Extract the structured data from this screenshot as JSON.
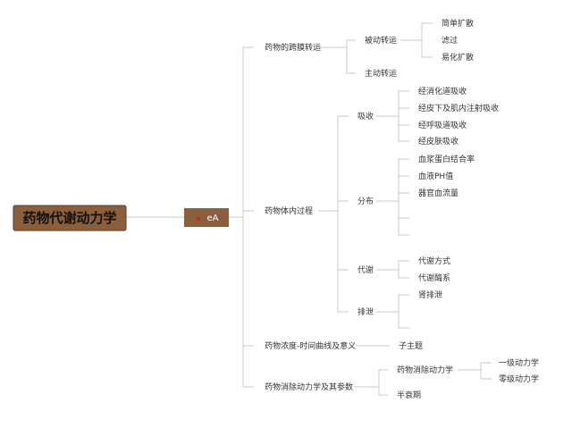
{
  "root": {
    "label": "药物代谢动力学",
    "fill": "#8b5e3c",
    "border": "#5e3b20",
    "text_color": "#111111"
  },
  "hub": {
    "label": "eA",
    "fill": "#8b5e3c",
    "text_color": "#ffffff",
    "dot_color": "#cc2222"
  },
  "branches": {
    "b1": {
      "label": "药物的跨膜转运",
      "passive": {
        "label": "被动转运",
        "children": [
          "简单扩散",
          "滤过",
          "易化扩散"
        ]
      },
      "active": {
        "label": "主动转运"
      }
    },
    "b2": {
      "label": "药物体内过程",
      "absorption": {
        "label": "吸收",
        "children": [
          "经消化道吸收",
          "经皮下及肌内注射吸收",
          "经呼吸道吸收",
          "经皮肤吸收"
        ]
      },
      "distribution": {
        "label": "分布",
        "children": [
          "血浆蛋白结合率",
          "血液PH值",
          "器官血流量"
        ]
      },
      "metabolism": {
        "label": "代谢",
        "children": [
          "代谢方式",
          "代谢酶系"
        ]
      },
      "excretion": {
        "label": "排泄",
        "children": [
          "肾排泄"
        ]
      }
    },
    "b3": {
      "label": "药物浓度-时间曲线及意义",
      "children": [
        "子主题"
      ]
    },
    "b4": {
      "label": "药物消除动力学及其参数",
      "elimination": {
        "label": "药物消除动力学",
        "children": [
          "一级动力学",
          "零级动力学"
        ]
      },
      "halflife": {
        "label": "半衰期"
      }
    }
  },
  "colors": {
    "line": "#c8c8c8",
    "text": "#333333",
    "background": "#ffffff"
  }
}
